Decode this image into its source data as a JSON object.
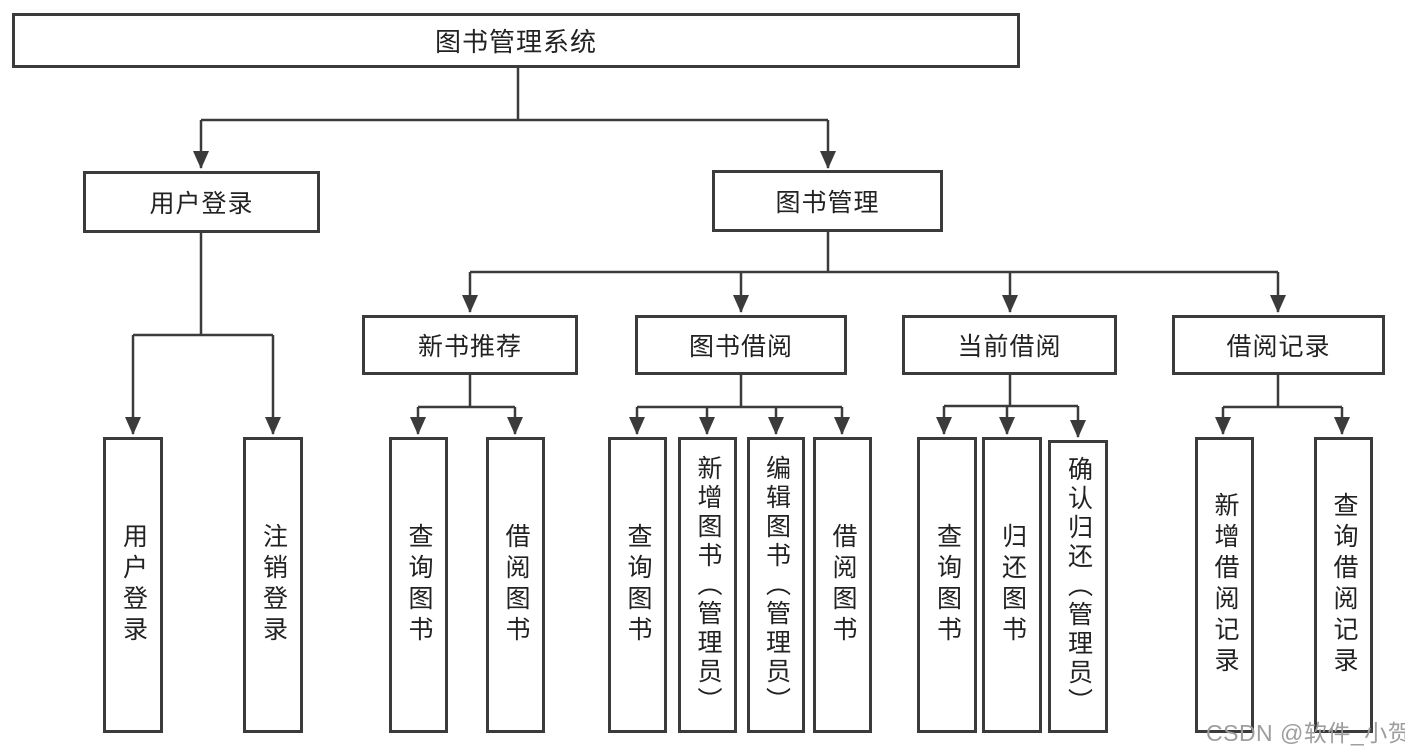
{
  "colors": {
    "background": "#ffffff",
    "line": "#3b3b3b",
    "text": "#222222",
    "watermark": "#9d9d9d"
  },
  "diagram": {
    "root": {
      "label": "图书管理系统"
    },
    "branches": [
      {
        "label": "用户登录",
        "children": [
          {
            "label": "用户登录"
          },
          {
            "label": "注销登录"
          }
        ]
      },
      {
        "label": "图书管理",
        "children": [
          {
            "label": "新书推荐",
            "children": [
              {
                "label": "查询图书"
              },
              {
                "label": "借阅图书"
              }
            ]
          },
          {
            "label": "图书借阅",
            "children": [
              {
                "label": "查询图书"
              },
              {
                "label": "新增图书（管理员）"
              },
              {
                "label": "编辑图书（管理员）"
              },
              {
                "label": "借阅图书"
              }
            ]
          },
          {
            "label": "当前借阅",
            "children": [
              {
                "label": "查询图书"
              },
              {
                "label": "归还图书"
              },
              {
                "label": "确认归还（管理员）"
              }
            ]
          },
          {
            "label": "借阅记录",
            "children": [
              {
                "label": "新增借阅记录"
              },
              {
                "label": "查询借阅记录"
              }
            ]
          }
        ]
      }
    ]
  },
  "watermark": {
    "text": "CSDN @软件_小贺同学"
  }
}
